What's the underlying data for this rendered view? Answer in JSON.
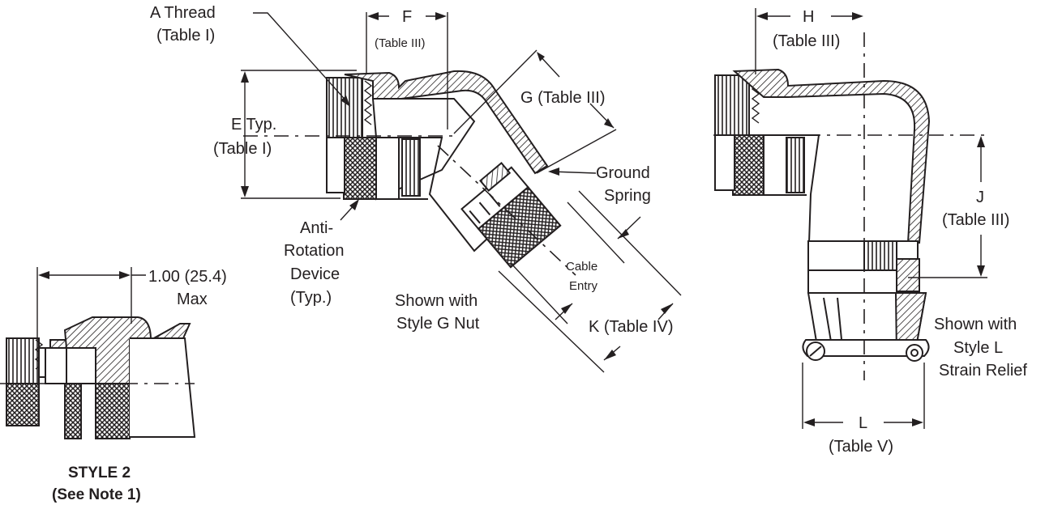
{
  "labels": {
    "a_thread": "A Thread",
    "a_thread_ref": "(Table I)",
    "f": "F",
    "f_ref": "(Table III)",
    "e": "E Typ.",
    "e_ref": "(Table I)",
    "g": "G (Table III)",
    "ground_1": "Ground",
    "ground_2": "Spring",
    "anti_1": "Anti-",
    "anti_2": "Rotation",
    "anti_3": "Device",
    "anti_4": "(Typ.)",
    "cable_1": "Cable",
    "cable_2": "Entry",
    "shown_g_1": "Shown with",
    "shown_g_2": "Style G Nut",
    "k": "K (Table IV)",
    "h": "H",
    "h_ref": "(Table III)",
    "j": "J",
    "j_ref": "(Table III)",
    "shown_l_1": "Shown with",
    "shown_l_2": "Style L",
    "shown_l_3": "Strain Relief",
    "l": "L",
    "l_ref": "(Table V)",
    "max_dim": "1.00 (25.4)",
    "max_word": "Max",
    "style2_1": "STYLE 2",
    "style2_2": "(See Note 1)"
  },
  "colors": {
    "ink": "#231f20",
    "paper": "#ffffff"
  }
}
